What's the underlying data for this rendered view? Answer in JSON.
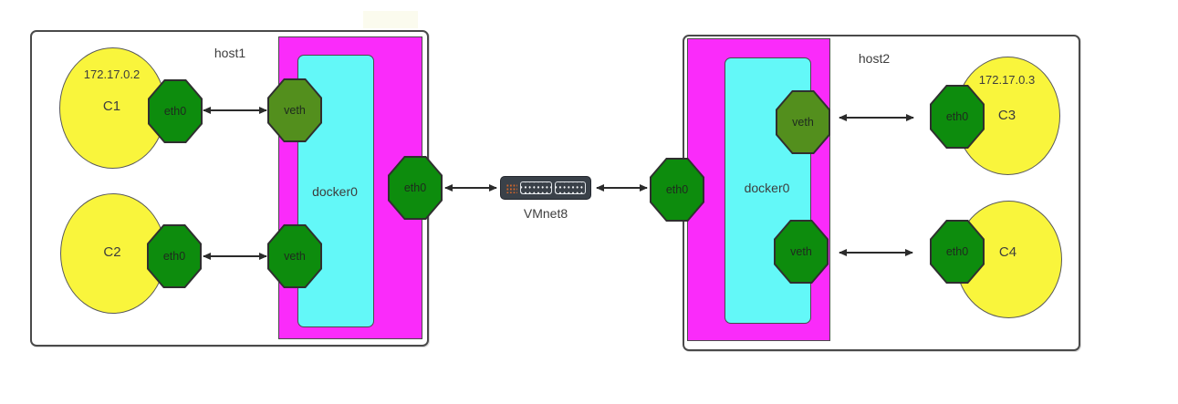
{
  "colors": {
    "container_yellow": "#f9f53c",
    "bridge_magenta": "#fa2bfa",
    "bridge_cyan": "#63f8f8",
    "port_green": "#0d8c0d",
    "veth_olive": "#538f1d",
    "outline_dark": "#2f2f2f",
    "box_border": "#4a4a4a",
    "switch_body": "#3a4149",
    "switch_lights": "#d2662b",
    "label_text": "#3d3d3d",
    "arrow": "#2b2b2b"
  },
  "host1": {
    "label": "host1",
    "bridge": "docker0",
    "nic": "eth0",
    "containers": [
      {
        "name": "C1",
        "ip": "172.17.0.2",
        "iface": "eth0",
        "veth": "veth"
      },
      {
        "name": "C2",
        "iface": "eth0",
        "veth": "veth"
      }
    ]
  },
  "host2": {
    "label": "host2",
    "bridge": "docker0",
    "nic": "eth0",
    "containers": [
      {
        "name": "C3",
        "ip": "172.17.0.3",
        "iface": "eth0",
        "veth": "veth"
      },
      {
        "name": "C4",
        "iface": "eth0",
        "veth": "veth"
      }
    ]
  },
  "switch": {
    "label": "VMnet8"
  }
}
